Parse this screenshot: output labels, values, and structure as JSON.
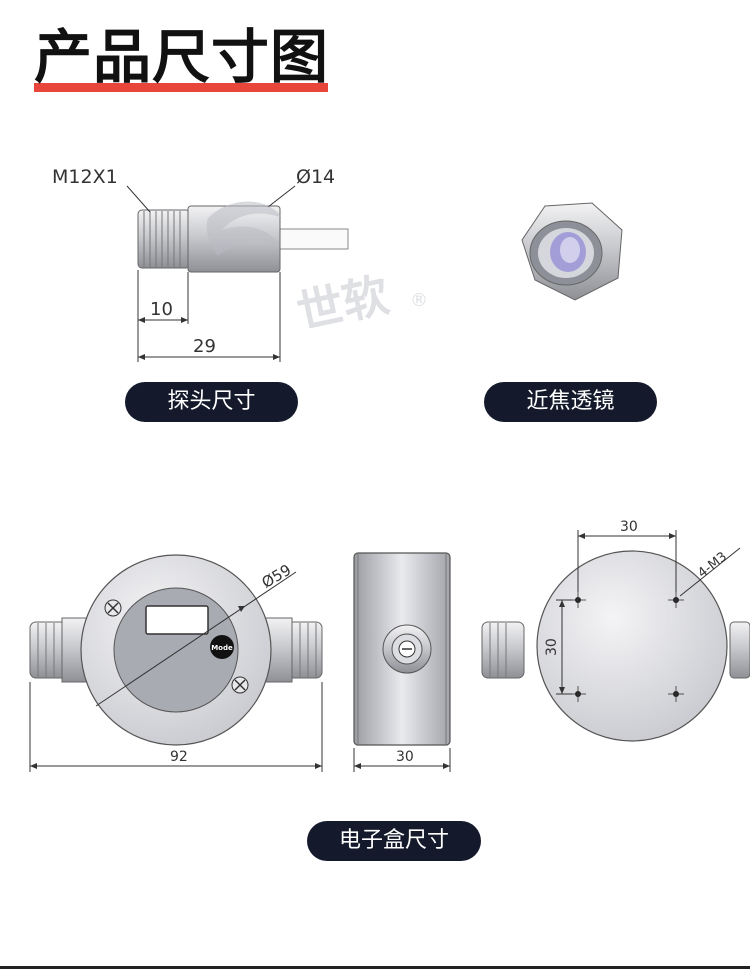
{
  "header": {
    "title": "产品尺寸图"
  },
  "probe": {
    "thread_label": "M12X1",
    "diameter_label": "Ø14",
    "dim_front": "10",
    "dim_total": "29",
    "caption": "探头尺寸"
  },
  "watermark": {
    "text": "世软",
    "mark": "®"
  },
  "lens": {
    "caption": "近焦透镜"
  },
  "electronics_box": {
    "front_diameter_label": "Ø59",
    "width_label": "92",
    "mode_button_label": "Mode",
    "depth_label": "30",
    "hole_spacing_h": "30",
    "hole_spacing_v": "30",
    "holes_label": "4-M3",
    "caption": "电子盒尺寸"
  },
  "colors": {
    "accent": "#e8463a",
    "pill": "#141a2b"
  }
}
